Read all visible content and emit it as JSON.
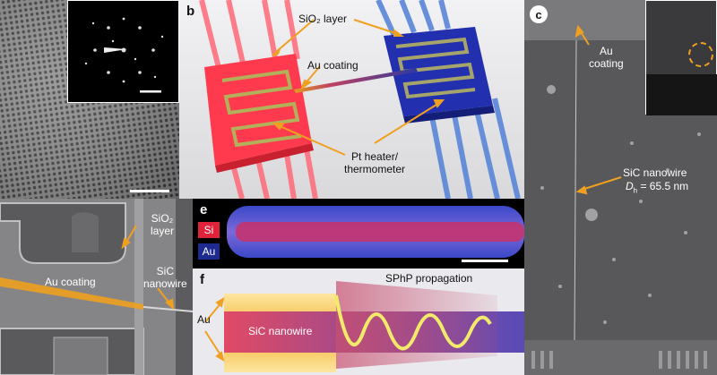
{
  "figure": {
    "panels": {
      "b": {
        "label": "b",
        "sio2": "SiO₂ layer",
        "au": "Au coating",
        "pt_line1": "Pt heater/",
        "pt_line2": "thermometer"
      },
      "c": {
        "label": "c",
        "au_line1": "Au",
        "au_line2": "coating",
        "sic": "SiC nanowire",
        "dh_symbol": "D",
        "dh_sub": "h",
        "dh_value": " = 65.5 nm"
      },
      "d": {
        "sio2_line1": "SiO₂",
        "sio2_line2": "layer",
        "au": "Au coating",
        "sic_line1": "SiC",
        "sic_line2": "nanowire"
      },
      "e": {
        "label": "e",
        "si": "Si",
        "au": "Au"
      },
      "f": {
        "label": "f",
        "au": "Au",
        "sic": "SiC nanowire",
        "sphp": "SPhP propagation"
      }
    },
    "colors": {
      "si_red": "#e0223a",
      "au_blue": "#1e2a8f",
      "arrow_orange": "#f0a020",
      "heater_red": "#ff3a4e",
      "heater_blue": "#2230b0"
    }
  }
}
